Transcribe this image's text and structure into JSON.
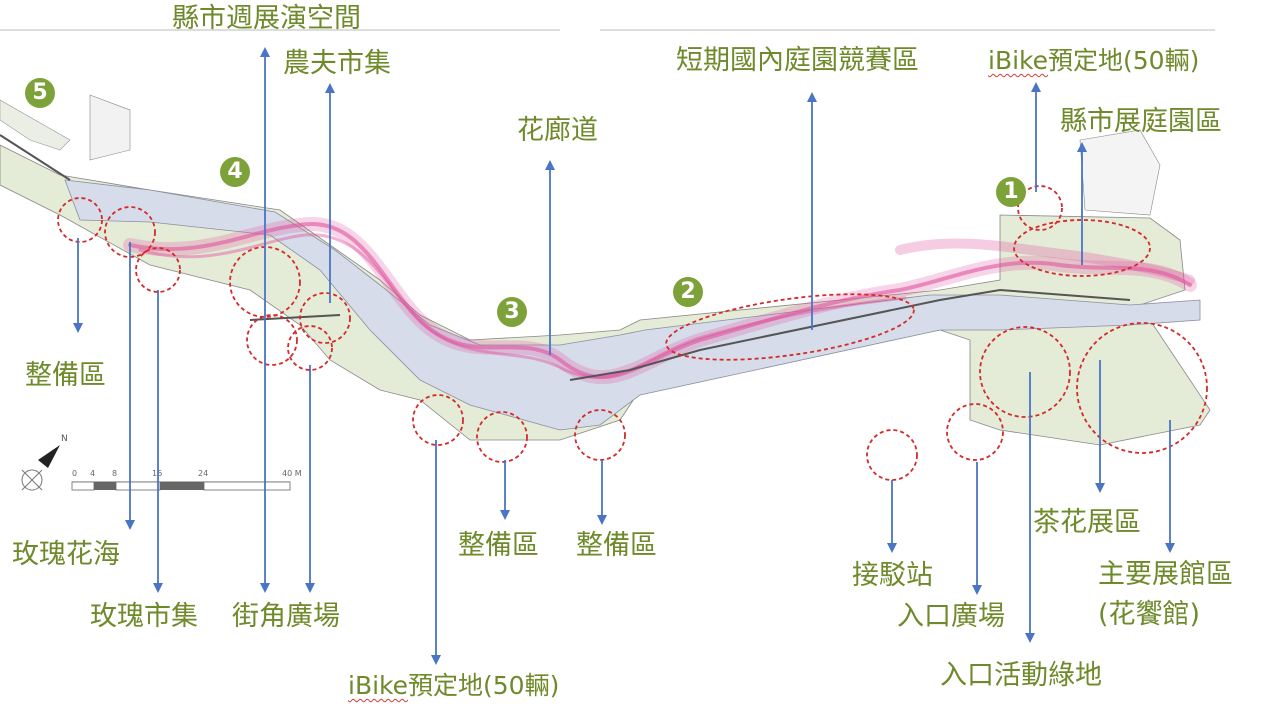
{
  "labels": {
    "county_exhibit_space": "縣市週展演空間",
    "farmers_market": "農夫市集",
    "domestic_garden_competition": "短期國內庭園競賽區",
    "ibike_top": "iBike預定地(50輛)",
    "ibike_prefix": "iBike",
    "ibike_suffix": "預定地(50輛)",
    "county_garden": "縣市展庭園區",
    "flower_corridor": "花廊道",
    "maintenance_1": "整備區",
    "maintenance_2": "整備區",
    "maintenance_3": "整備區",
    "rose_sea": "玫瑰花海",
    "rose_market": "玫瑰市集",
    "street_plaza": "街角廣場",
    "shuttle_station": "接駁站",
    "entrance_plaza": "入口廣場",
    "camellia_area": "茶花展區",
    "main_pavilion": "主要展館區",
    "main_pavilion_sub": "(花饗館)",
    "entrance_green": "入口活動綠地"
  },
  "markers": [
    "1",
    "2",
    "3",
    "4",
    "5"
  ],
  "scale_ticks": [
    "0",
    "4",
    "8",
    "16",
    "24",
    "40 M"
  ],
  "north": "N",
  "colors": {
    "label": "#6e8a2a",
    "marker": "#7ea23a",
    "river": "#d6dce9",
    "land": "#e4ebd7",
    "ribbon": "#e0559e",
    "circle": "#d42a2a",
    "arrow": "#4a74c4"
  }
}
